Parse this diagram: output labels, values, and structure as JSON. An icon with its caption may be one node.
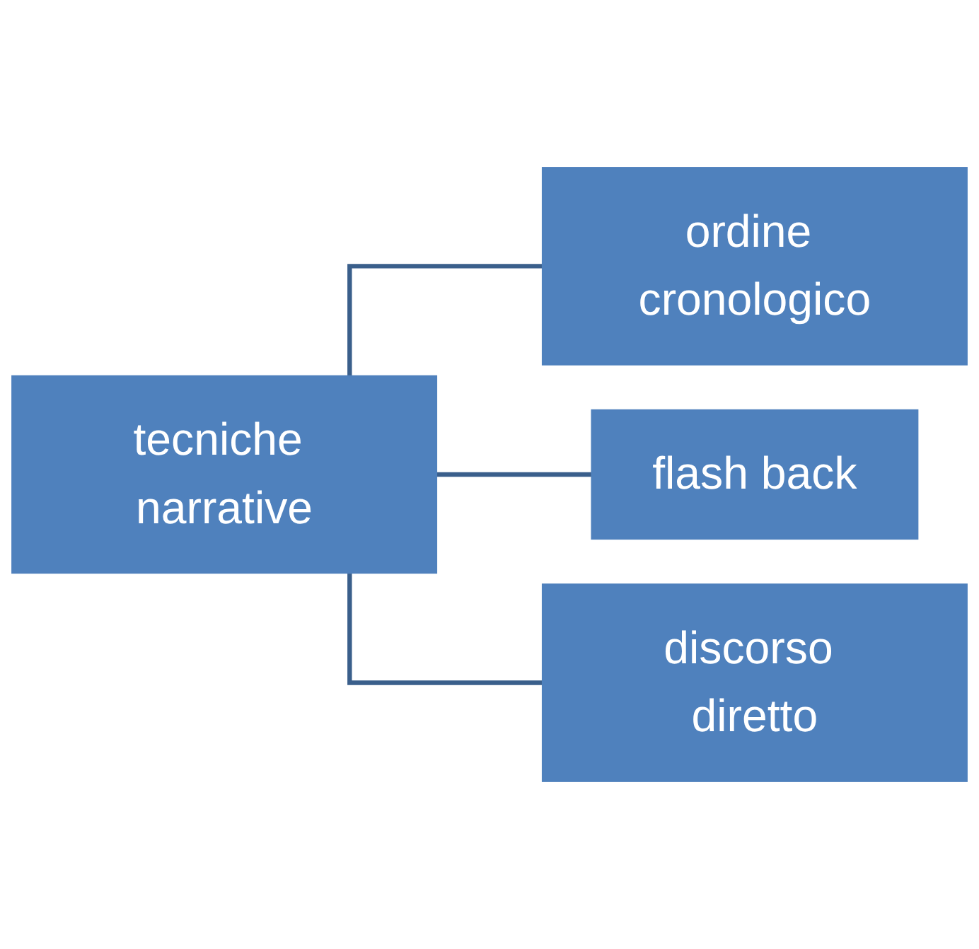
{
  "diagram": {
    "nodes": [
      {
        "text": [
          "tecniche narrative"
        ]
      },
      {
        "text": [
          "ordine cronologico"
        ]
      },
      {
        "text": [
          "flash back"
        ]
      },
      {
        "text": [
          "discorso diretto"
        ]
      }
    ],
    "edges": [
      {
        "from": 0,
        "to": 1,
        "arrow": "none"
      },
      {
        "from": 0,
        "to": 2,
        "arrow": "none"
      },
      {
        "from": 0,
        "to": 3,
        "arrow": "none"
      }
    ]
  }
}
